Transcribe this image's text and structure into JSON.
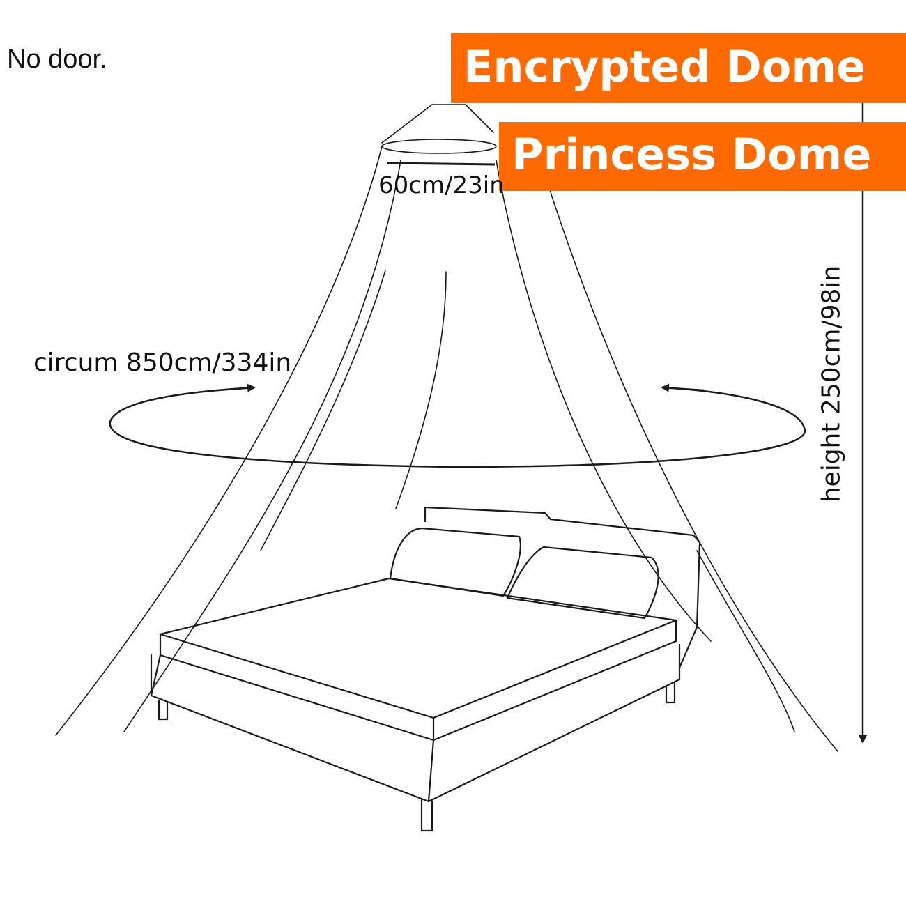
{
  "note": "No door.",
  "badges": [
    {
      "text": "Encrypted Dome"
    },
    {
      "text": "Princess Dome"
    }
  ],
  "dimensions": {
    "top": "60cm/23in",
    "circumference": "circum 850cm/334in",
    "height": "height 250cm/98in"
  },
  "colors": {
    "badge_bg": "#ff6a00",
    "line": "#1a1a1a",
    "background": "#ffffff"
  }
}
